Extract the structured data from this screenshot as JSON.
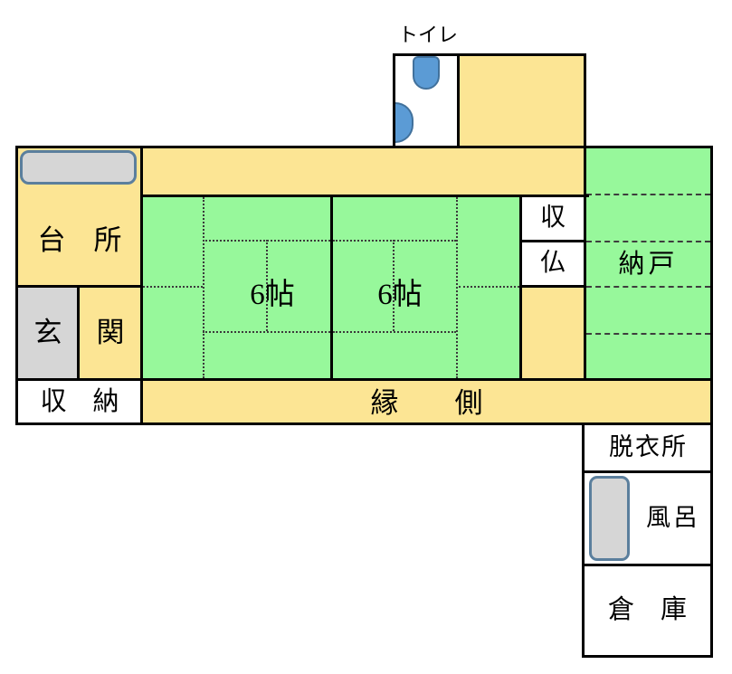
{
  "plan": {
    "title": "japanese-house-floor-plan",
    "labels": {
      "toilet": "トイレ",
      "kitchen": "台　所",
      "genkan_left": "玄",
      "genkan_right": "関",
      "shuno": "収　納",
      "tatami1": "6帖",
      "tatami2": "6帖",
      "shu": "収",
      "butsu": "仏",
      "nando": "納戸",
      "engawa": "縁　　側",
      "datsuisho": "脱衣所",
      "furo": "風呂",
      "soko": "倉　庫"
    },
    "colors": {
      "floor_yellow": "#FCE594",
      "tatami_green": "#97F89B",
      "fixture_gray": "#D6D6D6",
      "fixture_blue": "#5B9BD5",
      "fixture_blue_border": "#41719C",
      "fixture_gray_border": "#5B7F9D",
      "wall_black": "#000000"
    },
    "icons": {
      "toilet_icon": "toilet-seat",
      "door_icon": "door-swing",
      "counter_icon": "kitchen-counter",
      "bathtub_icon": "bathtub"
    }
  }
}
